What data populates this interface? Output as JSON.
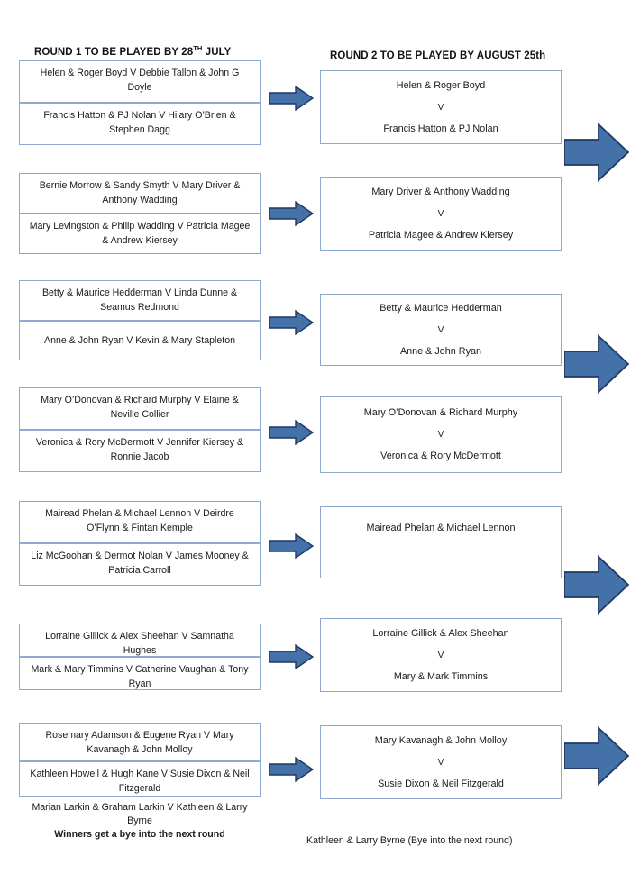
{
  "headers": {
    "round1_pre": "ROUND 1 TO BE PLAYED BY 28",
    "round1_sup": "TH",
    "round1_post": " JULY",
    "round2": "ROUND 2 TO BE PLAYED BY AUGUST 25th"
  },
  "colors": {
    "box_border": "#8faad0",
    "arrow_fill": "#4472a8",
    "arrow_stroke": "#1f3864",
    "text": "#1a1a1a",
    "page_background": "#ffffff"
  },
  "round1": {
    "groups": [
      {
        "matches": [
          "Helen & Roger Boyd V Debbie Tallon & John G Doyle",
          "Francis Hatton & PJ Nolan V Hilary O’Brien & Stephen Dagg"
        ]
      },
      {
        "matches": [
          "Bernie Morrow & Sandy Smyth V Mary Driver & Anthony Wadding",
          "Mary Levingston & Philip Wadding V Patricia Magee & Andrew Kiersey"
        ]
      },
      {
        "matches": [
          "Betty & Maurice Hedderman V Linda Dunne & Seamus Redmond",
          "Anne & John Ryan V Kevin & Mary Stapleton"
        ]
      },
      {
        "matches": [
          "Mary O’Donovan & Richard Murphy V Elaine & Neville Collier",
          "Veronica & Rory McDermott V Jennifer Kiersey & Ronnie Jacob"
        ]
      },
      {
        "matches": [
          "Mairead Phelan & Michael Lennon V Deirdre O’Flynn & Fintan Kemple",
          "Liz McGoohan & Dermot Nolan V James Mooney & Patricia Carroll"
        ]
      },
      {
        "matches": [
          "Lorraine Gillick & Alex Sheehan V Samnatha Hughes",
          "Mark & Mary Timmins V Catherine Vaughan & Tony Ryan"
        ]
      },
      {
        "matches": [
          "Rosemary Adamson & Eugene Ryan V Mary Kavanagh & John Molloy",
          "Kathleen Howell & Hugh Kane V Susie Dixon & Neil Fitzgerald"
        ]
      }
    ]
  },
  "round2": {
    "vs_label": "V",
    "boxes": [
      {
        "top": "Helen & Roger Boyd",
        "bottom": "Francis Hatton & PJ Nolan"
      },
      {
        "top": "Mary Driver & Anthony Wadding",
        "bottom": "Patricia Magee & Andrew Kiersey"
      },
      {
        "top": "Betty & Maurice Hedderman",
        "bottom": "Anne & John Ryan"
      },
      {
        "top": "Mary O’Donovan & Richard Murphy",
        "bottom": "Veronica & Rory McDermott"
      },
      {
        "top": "Mairead Phelan & Michael Lennon",
        "bottom": "",
        "single": true
      },
      {
        "top": "Lorraine Gillick & Alex Sheehan",
        "bottom": "Mary & Mark Timmins"
      },
      {
        "top": "Mary Kavanagh & John Molloy",
        "bottom": "Susie Dixon & Neil Fitzgerald"
      }
    ]
  },
  "notes": {
    "left_overflow_match": "Marian Larkin & Graham Larkin V Kathleen & Larry Byrne",
    "left_bye": "Winners get a bye into the next round",
    "right_bye": "Kathleen & Larry Byrne (Bye into the next round)"
  },
  "icons": {
    "small_arrow": "arrow-right-icon",
    "large_arrow": "arrow-right-icon"
  }
}
